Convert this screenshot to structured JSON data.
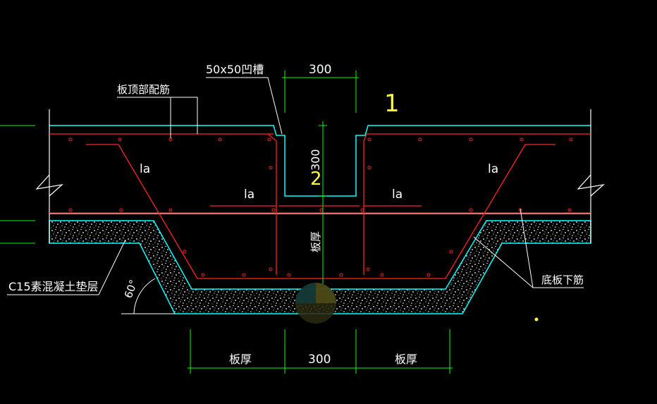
{
  "labels": {
    "groove": "50x50凹槽",
    "top_rebar": "板顶部配筋",
    "dim_300_top": "300",
    "dim_300_vert": "300",
    "anchor_la": "la",
    "plate_thk_vert": "板厚",
    "cushion": "C15素混凝土垫层",
    "angle": "60°",
    "bottom_rebar": "底板下筋",
    "dim_left": "板厚",
    "dim_mid": "300",
    "dim_right": "板厚",
    "mark_1": "1",
    "mark_2": "2"
  },
  "colors": {
    "background": "#000000",
    "concrete_edge": "#00ffff",
    "rebar": "#ff2222",
    "dimension": "#00ff00",
    "text": "#ffffff",
    "annotation": "#ffff33",
    "cushion_fill": "#ffffff"
  }
}
